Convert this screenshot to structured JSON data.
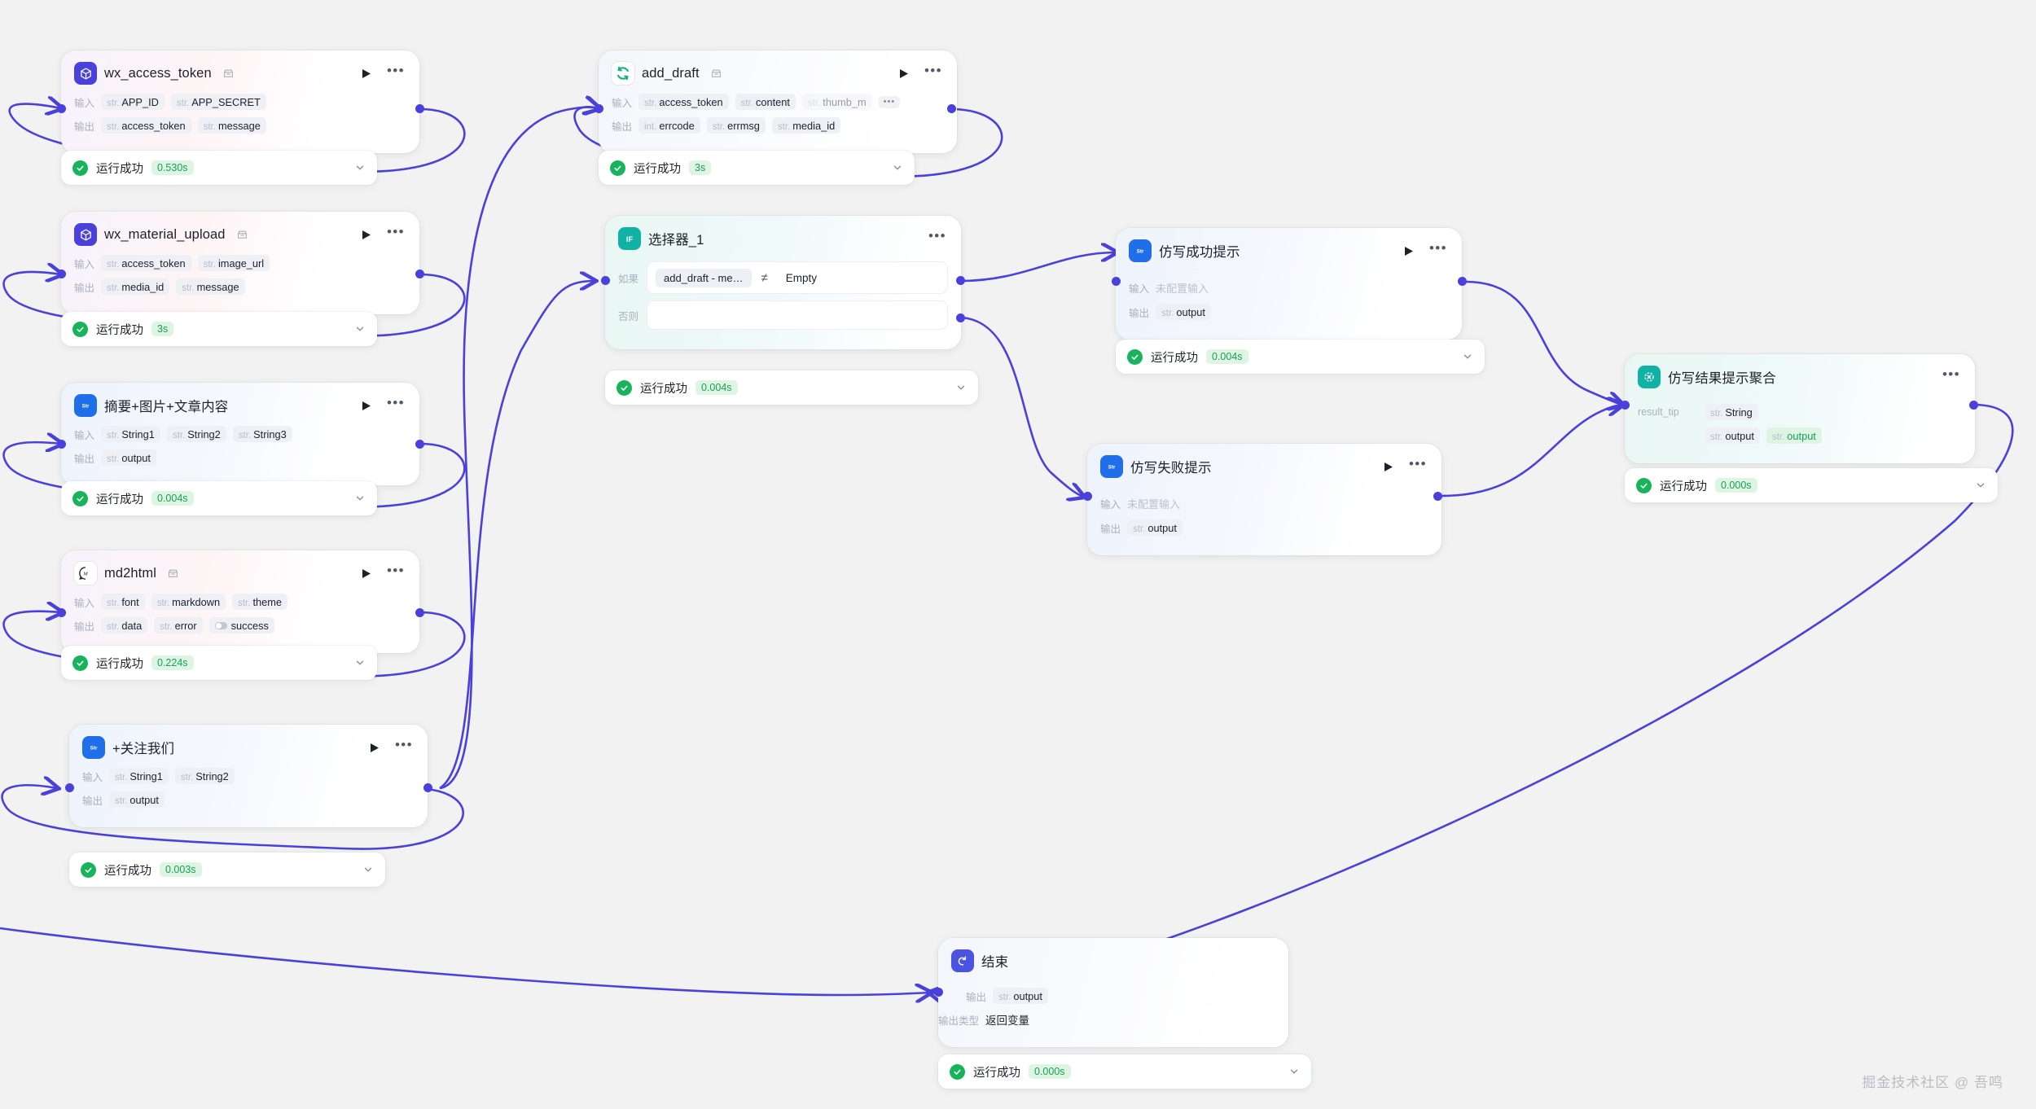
{
  "canvas": {
    "background_color": "#f1f2f1",
    "edge_color": "#4a40db",
    "port_color": "#4a40db"
  },
  "watermark": "掘金技术社区 @ 吾鸣",
  "labels": {
    "input": "输入",
    "output": "输出",
    "if": "如果",
    "else": "否则",
    "output_type": "输出类型",
    "no_input_configured": "未配置输入",
    "status_success": "运行成功"
  },
  "nodes": [
    {
      "id": "wx_access_token",
      "title": "wx_access_token",
      "icon": "cube-icon",
      "icon_color": "#4a40db",
      "has_plugin_badge": true,
      "has_play": true,
      "has_dots": true,
      "inputs": [
        {
          "type": "str.",
          "name": "APP_ID"
        },
        {
          "type": "str.",
          "name": "APP_SECRET"
        }
      ],
      "outputs": [
        {
          "type": "str.",
          "name": "access_token"
        },
        {
          "type": "str.",
          "name": "message"
        }
      ],
      "status": {
        "text": "运行成功",
        "duration": "0.530s"
      }
    },
    {
      "id": "wx_material_upload",
      "title": "wx_material_upload",
      "icon": "cube-icon",
      "icon_color": "#4a40db",
      "has_plugin_badge": true,
      "has_play": true,
      "has_dots": true,
      "inputs": [
        {
          "type": "str.",
          "name": "access_token"
        },
        {
          "type": "str.",
          "name": "image_url"
        }
      ],
      "outputs": [
        {
          "type": "str.",
          "name": "media_id"
        },
        {
          "type": "str.",
          "name": "message"
        }
      ],
      "status": {
        "text": "运行成功",
        "duration": "3s"
      }
    },
    {
      "id": "summary_image_article",
      "title": "摘要+图片+文章内容",
      "icon": "str-icon",
      "icon_color": "#1f6feb",
      "has_plugin_badge": false,
      "has_play": true,
      "has_dots": true,
      "inputs": [
        {
          "type": "str.",
          "name": "String1"
        },
        {
          "type": "str.",
          "name": "String2"
        },
        {
          "type": "str.",
          "name": "String3"
        }
      ],
      "outputs": [
        {
          "type": "str.",
          "name": "output"
        }
      ],
      "status": {
        "text": "运行成功",
        "duration": "0.004s"
      }
    },
    {
      "id": "md2html",
      "title": "md2html",
      "icon": "speech-m-icon",
      "icon_color": "#ffffff",
      "has_plugin_badge": true,
      "has_play": true,
      "has_dots": true,
      "inputs": [
        {
          "type": "str.",
          "name": "font"
        },
        {
          "type": "str.",
          "name": "markdown"
        },
        {
          "type": "str.",
          "name": "theme"
        }
      ],
      "outputs": [
        {
          "type": "str.",
          "name": "data"
        },
        {
          "type": "str.",
          "name": "error"
        },
        {
          "type": "toggle",
          "name": "success"
        }
      ],
      "status": {
        "text": "运行成功",
        "duration": "0.224s"
      }
    },
    {
      "id": "follow_us",
      "title": "+关注我们",
      "icon": "str-icon",
      "icon_color": "#1f6feb",
      "has_plugin_badge": false,
      "has_play": true,
      "has_dots": true,
      "inputs": [
        {
          "type": "str.",
          "name": "String1"
        },
        {
          "type": "str.",
          "name": "String2"
        }
      ],
      "outputs": [
        {
          "type": "str.",
          "name": "output"
        }
      ],
      "status": {
        "text": "运行成功",
        "duration": "0.003s"
      }
    },
    {
      "id": "add_draft",
      "title": "add_draft",
      "icon": "swirl-icon",
      "icon_color": "#1fb57a",
      "has_plugin_badge": true,
      "has_play": true,
      "has_dots": true,
      "inputs": [
        {
          "type": "str.",
          "name": "access_token"
        },
        {
          "type": "str.",
          "name": "content"
        },
        {
          "type": "str.",
          "name": "thumb_m",
          "truncated": true
        }
      ],
      "inputs_overflow": "…",
      "outputs": [
        {
          "type": "int.",
          "name": "errcode"
        },
        {
          "type": "str.",
          "name": "errmsg"
        },
        {
          "type": "str.",
          "name": "media_id"
        }
      ],
      "status": {
        "text": "运行成功",
        "duration": "3s"
      }
    },
    {
      "id": "selector_1",
      "title": "选择器_1",
      "icon": "if-icon",
      "icon_color": "#10b3a3",
      "has_plugin_badge": false,
      "has_play": false,
      "has_dots": true,
      "condition": {
        "if_label": "如果",
        "variable": "add_draft  -  me…",
        "operator": "≠",
        "value": "Empty",
        "else_label": "否则"
      },
      "status": {
        "text": "运行成功",
        "duration": "0.004s"
      }
    },
    {
      "id": "rewrite_success_tip",
      "title": "仿写成功提示",
      "icon": "str-icon",
      "icon_color": "#1f6feb",
      "has_plugin_badge": false,
      "has_play": true,
      "has_dots": true,
      "input_placeholder": "未配置输入",
      "outputs": [
        {
          "type": "str.",
          "name": "output"
        }
      ],
      "status": {
        "text": "运行成功",
        "duration": "0.004s"
      }
    },
    {
      "id": "rewrite_fail_tip",
      "title": "仿写失败提示",
      "icon": "str-icon",
      "icon_color": "#1f6feb",
      "has_plugin_badge": false,
      "has_play": true,
      "has_dots": true,
      "input_placeholder": "未配置输入",
      "outputs": [
        {
          "type": "str.",
          "name": "output"
        }
      ],
      "status": null
    },
    {
      "id": "rewrite_result_aggregate",
      "title": "仿写结果提示聚合",
      "icon": "aggregate-icon",
      "icon_color": "#10b3a3",
      "has_plugin_badge": false,
      "has_play": false,
      "has_dots": true,
      "group_label": "result_tip",
      "group_items": [
        {
          "type": "str.",
          "name": "String",
          "highlight": false
        },
        {
          "type": "str.",
          "name": "output",
          "highlight": false
        },
        {
          "type": "str.",
          "name": "output",
          "highlight": true
        }
      ],
      "status": {
        "text": "运行成功",
        "duration": "0.000s"
      }
    },
    {
      "id": "end",
      "title": "结束",
      "icon": "end-arrow-icon",
      "icon_color": "#4a54e1",
      "has_plugin_badge": false,
      "has_play": false,
      "has_dots": false,
      "outputs": [
        {
          "type": "str.",
          "name": "output"
        }
      ],
      "output_type_label": "输出类型",
      "output_type_value": "返回变量",
      "status": {
        "text": "运行成功",
        "duration": "0.000s"
      }
    }
  ]
}
